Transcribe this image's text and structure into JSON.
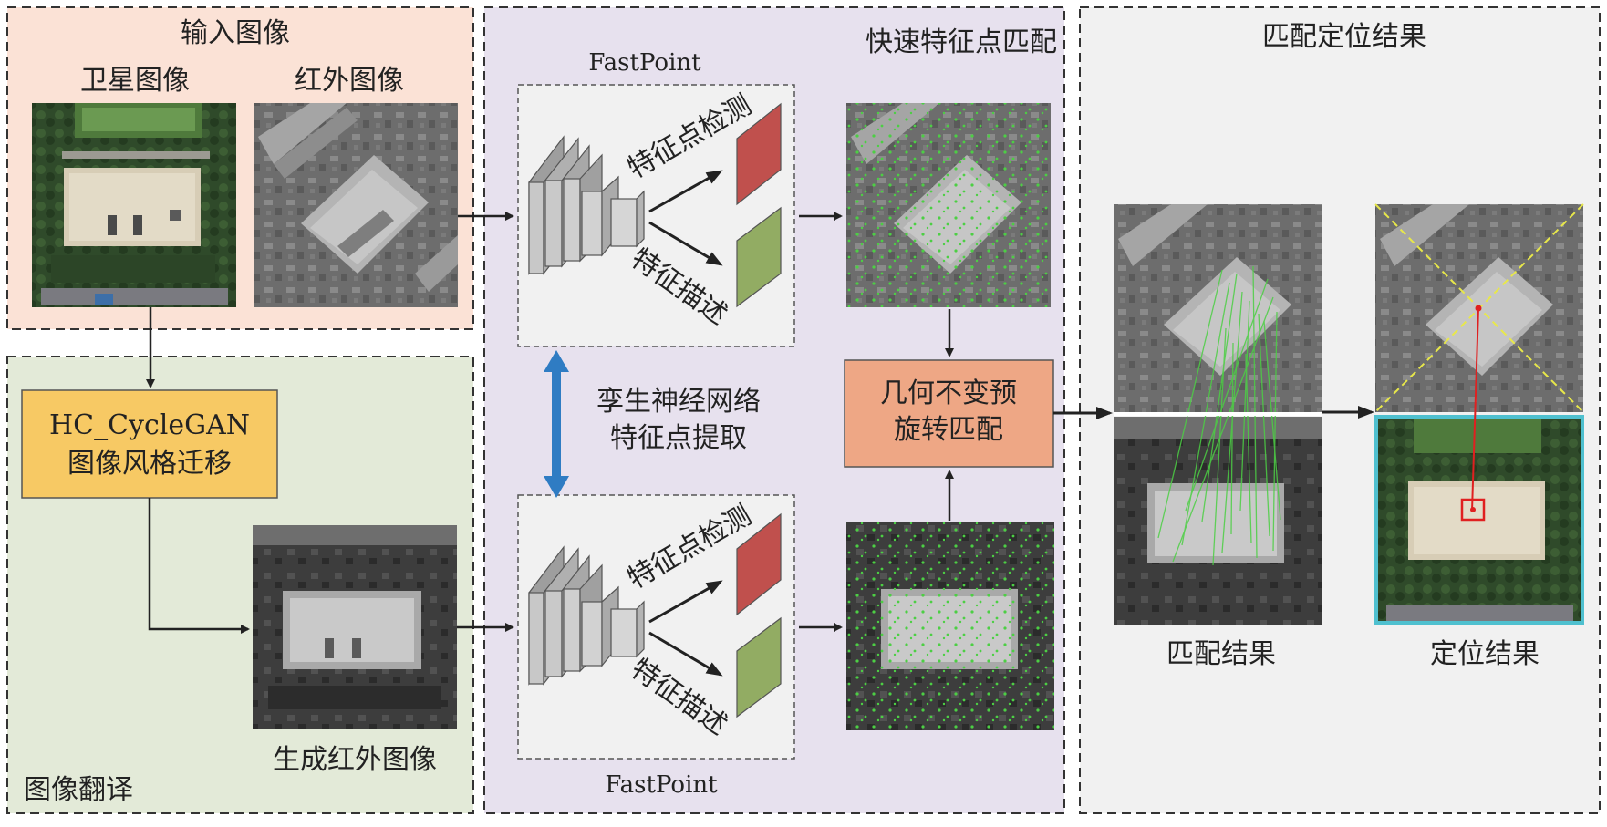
{
  "panels": {
    "input": {
      "title": "输入图像",
      "satellite_label": "卫星图像",
      "infrared_label": "红外图像"
    },
    "translation": {
      "title": "图像翻译",
      "gan_line1": "HC_CycleGAN",
      "gan_line2": "图像风格迁移",
      "generated_label": "生成红外图像"
    },
    "matching": {
      "title": "快速特征点匹配",
      "fastpoint_top": "FastPoint",
      "fastpoint_bottom": "FastPoint",
      "detect_label": "特征点检测",
      "describe_label": "特征描述",
      "siamese_line1": "孪生神经网络",
      "siamese_line2": "特征点提取",
      "rotation_line1": "几何不变预",
      "rotation_line2": "旋转匹配"
    },
    "result": {
      "title": "匹配定位结果",
      "match_label": "匹配结果",
      "locate_label": "定位结果"
    }
  },
  "colors": {
    "input_bg": "#fbe2d6",
    "translation_bg": "#e3ead8",
    "matching_bg": "#e7e1ee",
    "result_bg": "#f1f1f1",
    "gan_box": "#f7c964",
    "rotation_box": "#eea785",
    "detect_head": "#c0504d",
    "describe_head": "#92ac63",
    "keypoint": "#4ccf44",
    "siamese_arrow": "#2f7cc3",
    "locate_frame": "#4fc0cf",
    "locate_marker": "#e02020",
    "guide_line": "#e8e84a"
  },
  "icons": [
    "cnn-block-icon",
    "arrow-icon",
    "double-arrow-icon"
  ]
}
